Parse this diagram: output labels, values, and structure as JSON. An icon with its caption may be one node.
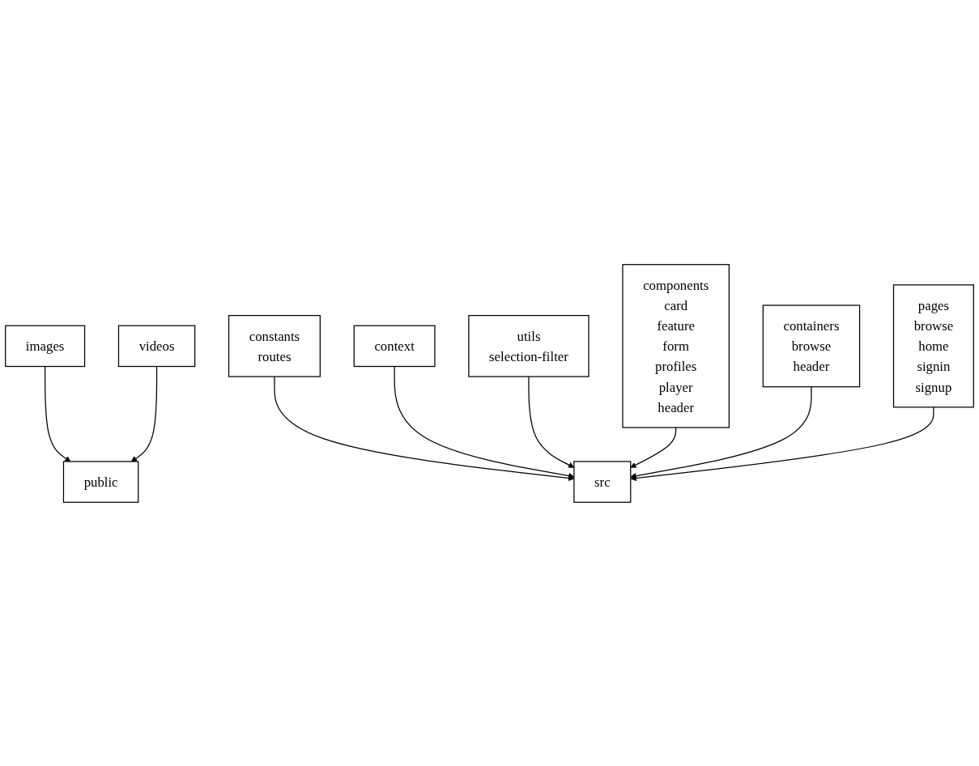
{
  "diagram": {
    "nodes": [
      {
        "text": [
          "images"
        ]
      },
      {
        "text": [
          "constants",
          "routes"
        ]
      },
      {
        "text": [
          "context"
        ]
      },
      {
        "text": [
          "utils",
          "selection-filter"
        ]
      },
      {
        "text": [
          "public"
        ]
      },
      {
        "text": [
          "src"
        ]
      },
      {
        "text": [
          "videos"
        ]
      },
      {
        "text": [
          "components",
          "card",
          "feature",
          "form",
          "profiles",
          "player",
          "header"
        ]
      },
      {
        "text": [
          "containers",
          "browse",
          "header"
        ]
      },
      {
        "text": [
          "pages",
          "browse",
          "home",
          "signin",
          "signup"
        ]
      }
    ],
    "edges": [
      {
        "from": 0,
        "to": 4,
        "arrow": "to"
      },
      {
        "from": 1,
        "to": 5,
        "arrow": "to"
      },
      {
        "from": 2,
        "to": 5,
        "arrow": "to"
      },
      {
        "from": 3,
        "to": 5,
        "arrow": "to"
      },
      {
        "from": 6,
        "to": 4,
        "arrow": "to"
      },
      {
        "from": 7,
        "to": 5,
        "arrow": "to"
      },
      {
        "from": 8,
        "to": 5,
        "arrow": "to"
      },
      {
        "from": 9,
        "to": 5,
        "arrow": "to"
      }
    ]
  }
}
